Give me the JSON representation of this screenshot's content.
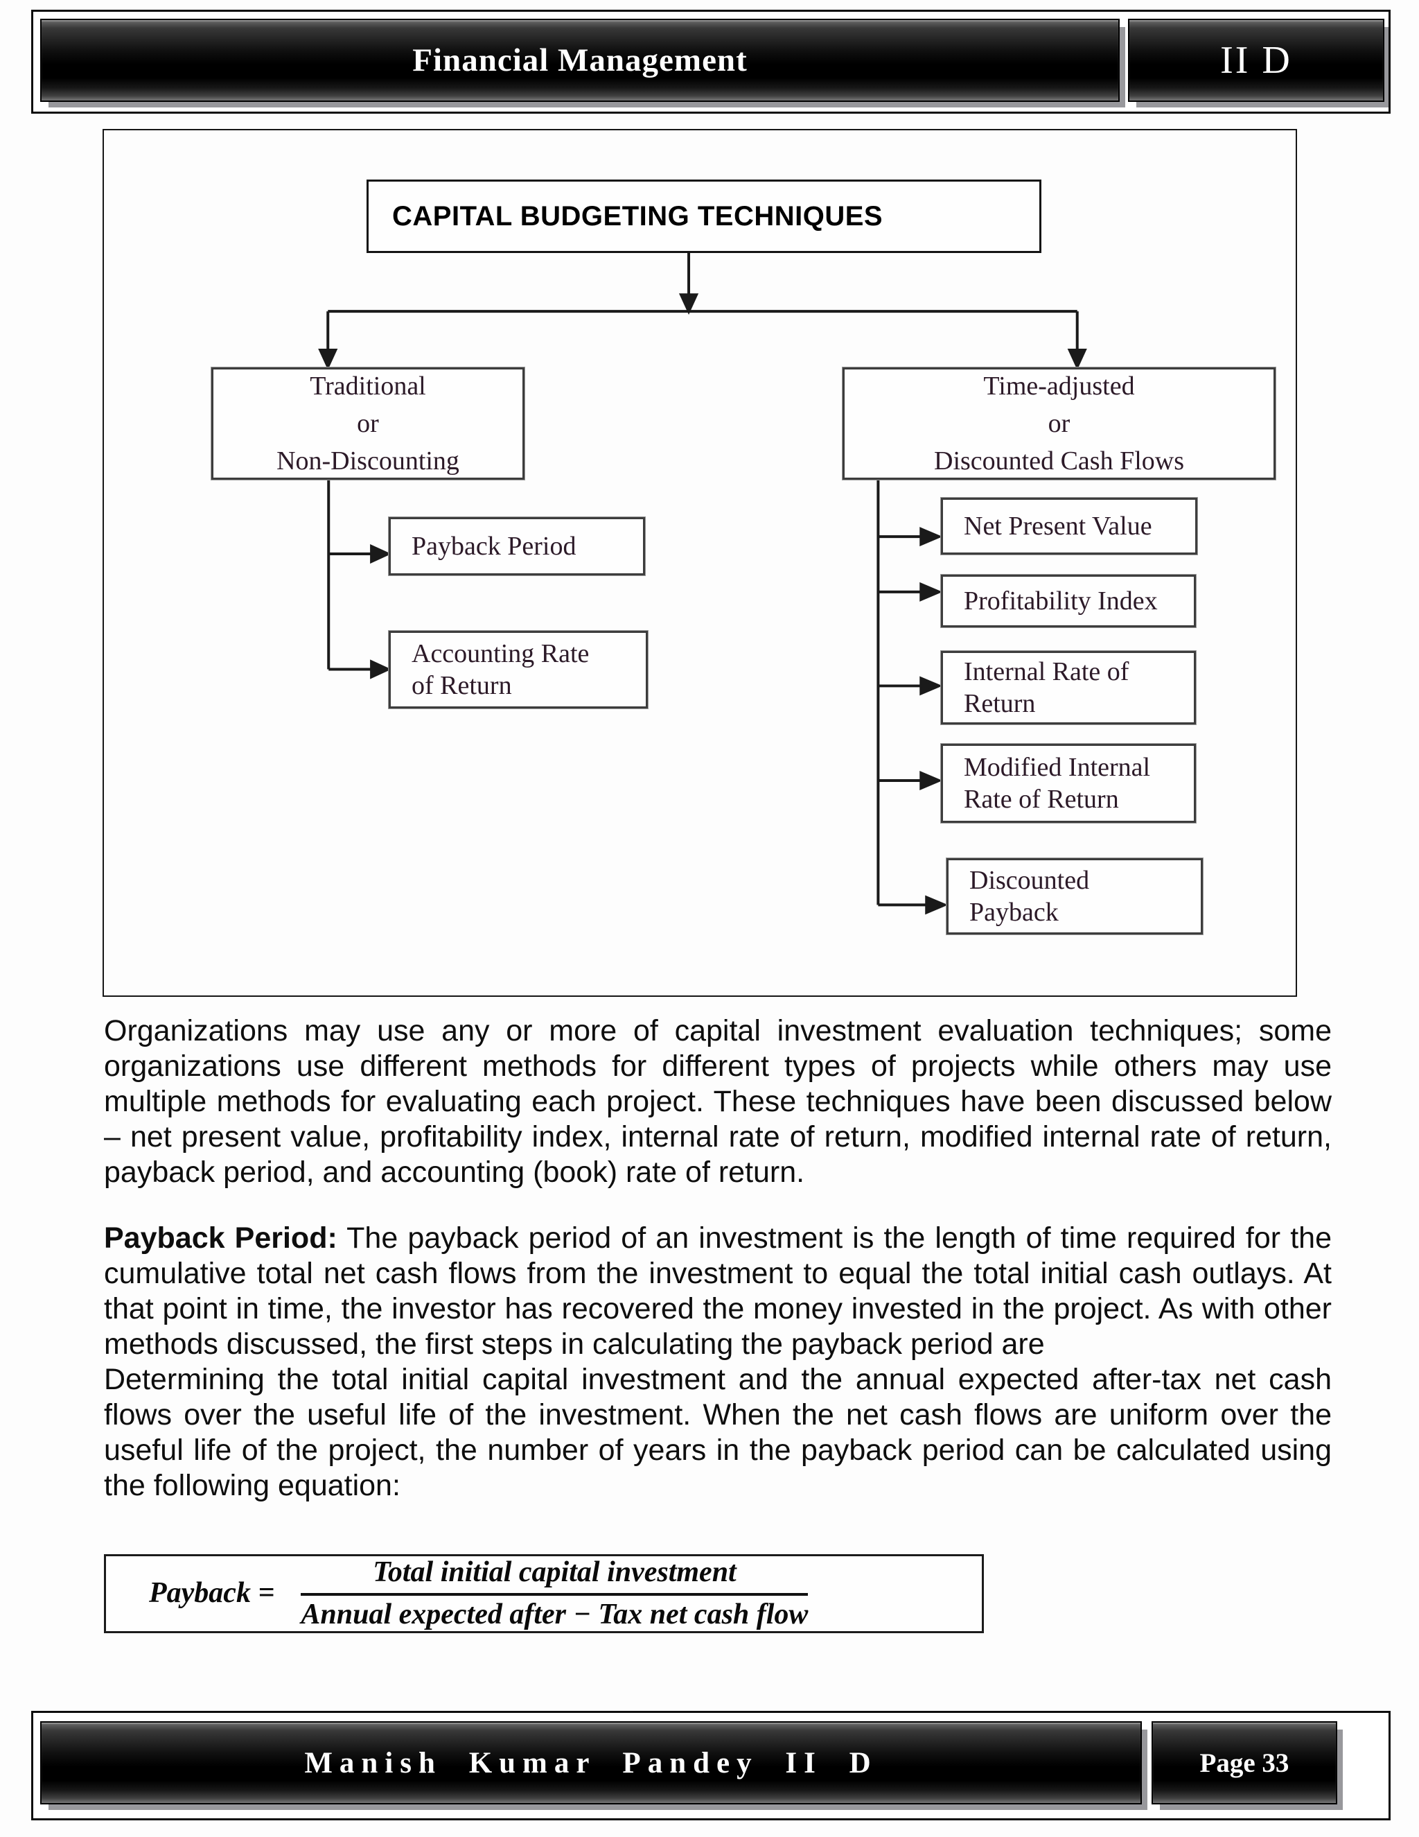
{
  "header": {
    "title": "Financial Management",
    "badge": "II D"
  },
  "diagram": {
    "title": "CAPITAL BUDGETING TECHNIQUES",
    "left_branch": {
      "label": [
        "Traditional",
        "or",
        "Non-Discounting"
      ],
      "children": [
        {
          "label": [
            "Payback Period"
          ]
        },
        {
          "label": [
            "Accounting Rate",
            "of Return"
          ]
        }
      ]
    },
    "right_branch": {
      "label": [
        "Time-adjusted",
        "or",
        "Discounted Cash Flows"
      ],
      "children": [
        {
          "label": [
            "Net Present Value"
          ]
        },
        {
          "label": [
            "Profitability Index"
          ]
        },
        {
          "label": [
            "Internal Rate of",
            "Return"
          ]
        },
        {
          "label": [
            "Modified Internal",
            "Rate of Return"
          ]
        },
        {
          "label": [
            "Discounted",
            "Payback"
          ]
        }
      ]
    }
  },
  "body": {
    "p1": "Organizations may use any or more of capital investment evaluation techniques; some organizations use different methods for different types of projects while others may use multiple methods for evaluating each project. These techniques have been discussed below – net present value, profitability index, internal rate of return, modified internal rate of return, payback period, and accounting (book) rate of return.",
    "p2_label": "Payback Period:",
    "p2_text": "  The payback period of an investment is the length of time required for the cumulative total net cash flows from the investment to equal the total initial cash outlays. At that point in time, the investor has recovered the money invested in the project. As with other methods discussed, the first steps in calculating the payback period are",
    "p3": "Determining the total initial capital investment and the annual expected after-tax net cash flows over the useful life of the investment. When the net cash flows are uniform over the useful life of the project, the number of years in the payback period can be calculated using the following equation:"
  },
  "equation": {
    "lhs": "Payback =",
    "numerator": "Total initial capital investment",
    "denominator": "Annual expected after − Tax net cash flow"
  },
  "footer": {
    "author": "Manish Kumar Pandey II D",
    "page": "Page 33"
  }
}
